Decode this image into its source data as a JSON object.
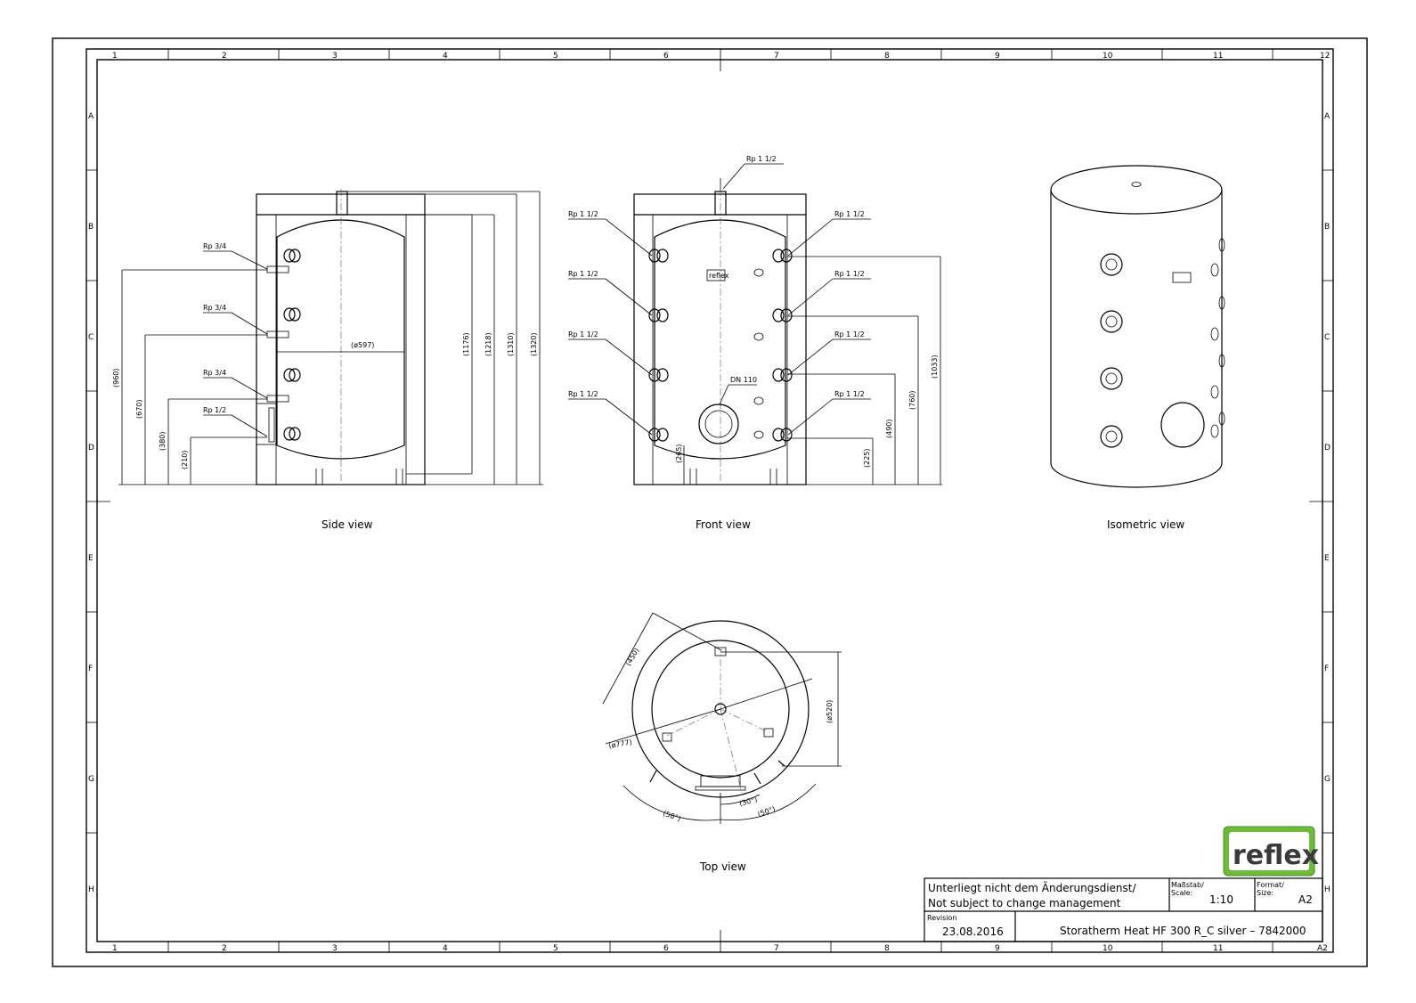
{
  "grid": {
    "columns": [
      "1",
      "2",
      "3",
      "4",
      "5",
      "6",
      "7",
      "8",
      "9",
      "10",
      "11",
      "12"
    ],
    "rows": [
      "A",
      "B",
      "C",
      "D",
      "E",
      "F",
      "G",
      "H"
    ],
    "bottom_last": "A2"
  },
  "views": {
    "side": "Side view",
    "front": "Front view",
    "isometric": "Isometric view",
    "top": "Top view"
  },
  "side_view": {
    "conn_labels": [
      "Rp 3/4",
      "Rp 3/4",
      "Rp 3/4",
      "Rp 1/2"
    ],
    "dims_left": [
      "(960)",
      "(670)",
      "(380)",
      "(210)"
    ],
    "dims_right": [
      "(1176)",
      "(1218)",
      "(1310)",
      "(1320)"
    ],
    "diameter": "(ø597)"
  },
  "front_view": {
    "top_label": "Rp 1 1/2",
    "left_labels": [
      "Rp 1 1/2",
      "Rp 1 1/2",
      "Rp 1 1/2",
      "Rp 1 1/2"
    ],
    "right_labels": [
      "Rp 1 1/2",
      "Rp 1 1/2",
      "Rp 1 1/2",
      "Rp 1 1/2"
    ],
    "flange": "DN 110",
    "dim_bottom": "(265)",
    "dims_right": [
      "(225)",
      "(490)",
      "(760)",
      "(1033)"
    ]
  },
  "top_view": {
    "dims": [
      "(450)",
      "(ø520)",
      "(ø777)",
      "(30°)",
      "(50°)",
      "(50°)"
    ]
  },
  "title_block": {
    "logo": "reflex",
    "notice_de": "Unterliegt nicht dem Änderungsdienst/",
    "notice_en": "Not subject to change management",
    "scale_label": "Maßstab/",
    "scale_label2": "Scale:",
    "scale": "1:10",
    "format_label": "Format/",
    "format_label2": "Size:",
    "format": "A2",
    "revision_label": "Revision",
    "revision": "23.08.2016",
    "title": "Storatherm Heat HF 300 R_C silver – 7842000"
  }
}
